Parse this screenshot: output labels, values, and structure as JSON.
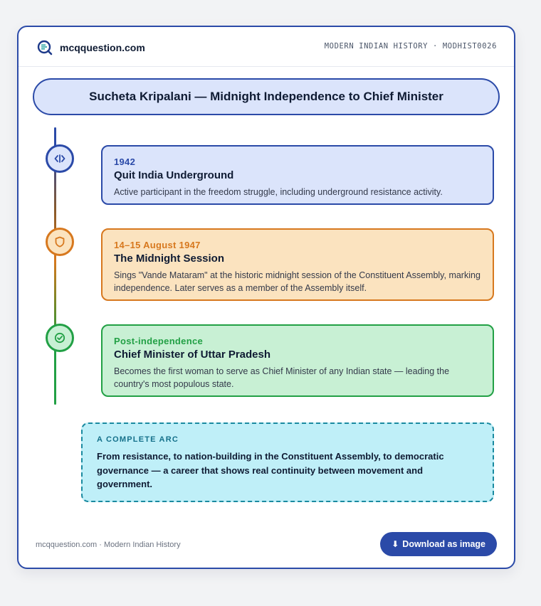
{
  "header": {
    "brand": "mcqquestion.com",
    "meta": "MODERN INDIAN HISTORY · MODHIST0026"
  },
  "title": "Sucheta Kripalani — Midnight Independence to Chief Minister",
  "events": [
    {
      "date": "1942",
      "title": "Quit India Underground",
      "description": "Active participant in the freedom struggle, including underground resistance activity.",
      "icon": "code-brackets-icon",
      "accent": "#2b4aa8",
      "fill": "#dbe4fb"
    },
    {
      "date": "14–15 August 1947",
      "title": "The Midnight Session",
      "description": "Sings \"Vande Mataram\" at the historic midnight session of the Constituent Assembly, marking independence. Later serves as a member of the Assembly itself.",
      "icon": "shield-icon",
      "accent": "#d7781e",
      "fill": "#fbe3bf"
    },
    {
      "date": "Post-independence",
      "title": "Chief Minister of Uttar Pradesh",
      "description": "Becomes the first woman to serve as Chief Minister of any Indian state — leading the country's most populous state.",
      "icon": "check-circle-icon",
      "accent": "#22a045",
      "fill": "#c8f0d4"
    }
  ],
  "note": {
    "label": "A COMPLETE ARC",
    "text": "From resistance, to nation-building in the Constituent Assembly, to democratic governance — a career that shows real continuity between movement and government."
  },
  "footer": {
    "text": "mcqquestion.com · Modern Indian History",
    "download_label": "Download as image"
  }
}
